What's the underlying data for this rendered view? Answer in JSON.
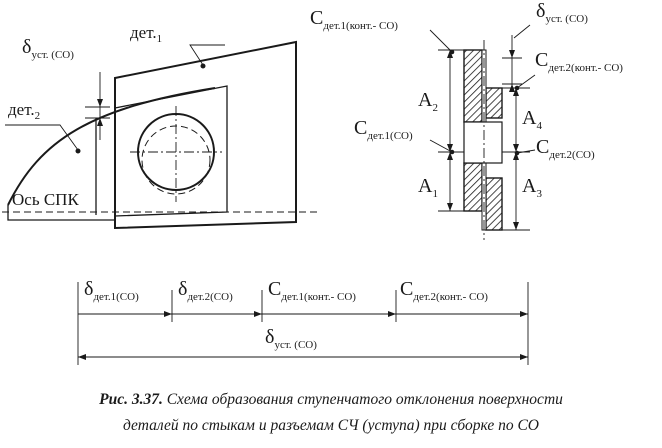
{
  "labels": {
    "part1": "дет.",
    "part1_index": "1",
    "part2": "дет.",
    "part2_index": "2",
    "axis": "Ось СПК",
    "delta_mount": "δ",
    "delta_mount_sub": "уст. (СО)",
    "top_left_c": "С",
    "top_left_c_sub": "дет.1(конт.- СО)",
    "top_right_delta": "δ",
    "top_right_delta_sub": "уст. (СО)",
    "right_c_top": "С",
    "right_c_top_sub": "дет.2(конт.- СО)",
    "mid_left_c": "С",
    "mid_left_c_sub": "дет.1(СО)",
    "mid_right_c": "С",
    "mid_right_c_sub": "дет.2(СО)",
    "a1": "A",
    "a1_sub": "1",
    "a2": "A",
    "a2_sub": "2",
    "a3": "A",
    "a3_sub": "3",
    "a4": "A",
    "a4_sub": "4"
  },
  "chain": {
    "seg1": "δ",
    "seg1_sub": "дет.1(СО)",
    "seg2": "δ",
    "seg2_sub": "дет.2(СО)",
    "seg3": "С",
    "seg3_sub": "дет.1(конт.- СО)",
    "seg4": "С",
    "seg4_sub": "дет.2(конт.- СО)",
    "total": "δ",
    "total_sub": "уст. (СО)"
  },
  "caption": {
    "label": "Рис. 3.37.",
    "line1": "Схема образования ступенчатого отклонения поверхности",
    "line2": "деталей по стыкам и разъемам СЧ (уступа) при сборке по СО"
  }
}
